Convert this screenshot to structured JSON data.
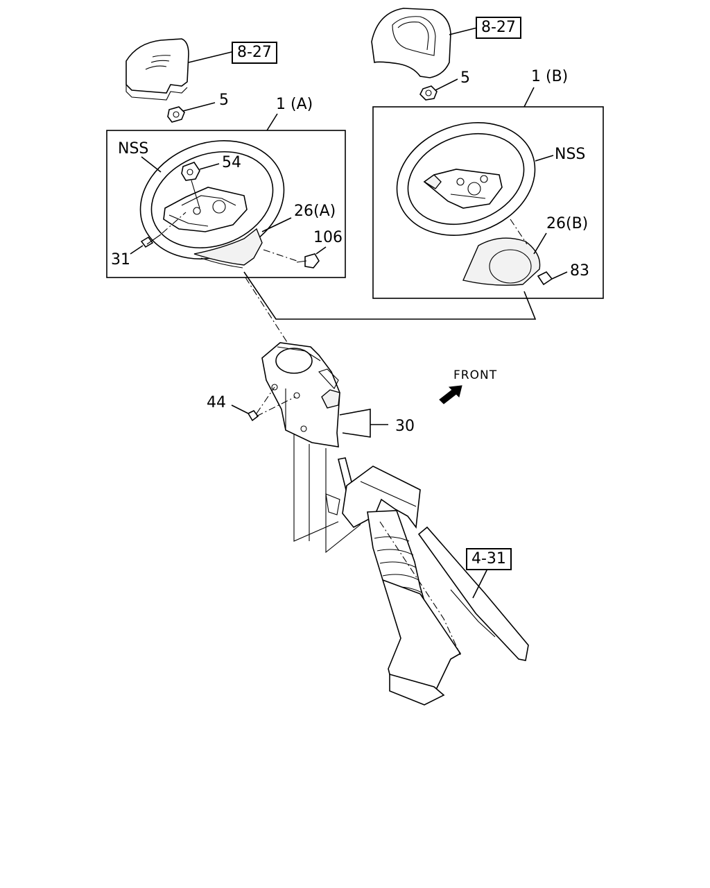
{
  "diagram": {
    "ref_boxes": {
      "horn_pad_a": "8-27",
      "horn_pad_b": "8-27",
      "column": "4-31"
    },
    "callouts": {
      "nut_a": "5",
      "nut_b": "5",
      "wheel_a": "1 (A)",
      "wheel_b": "1 (B)",
      "nss_a": "NSS",
      "nss_b": "NSS",
      "clip_54": "54",
      "cover_a": "26(A)",
      "screw_106": "106",
      "screw_31": "31",
      "cover_b": "26(B)",
      "screw_83": "83",
      "screw_44": "44",
      "column_cover": "30"
    },
    "front_label": "FRONT"
  }
}
